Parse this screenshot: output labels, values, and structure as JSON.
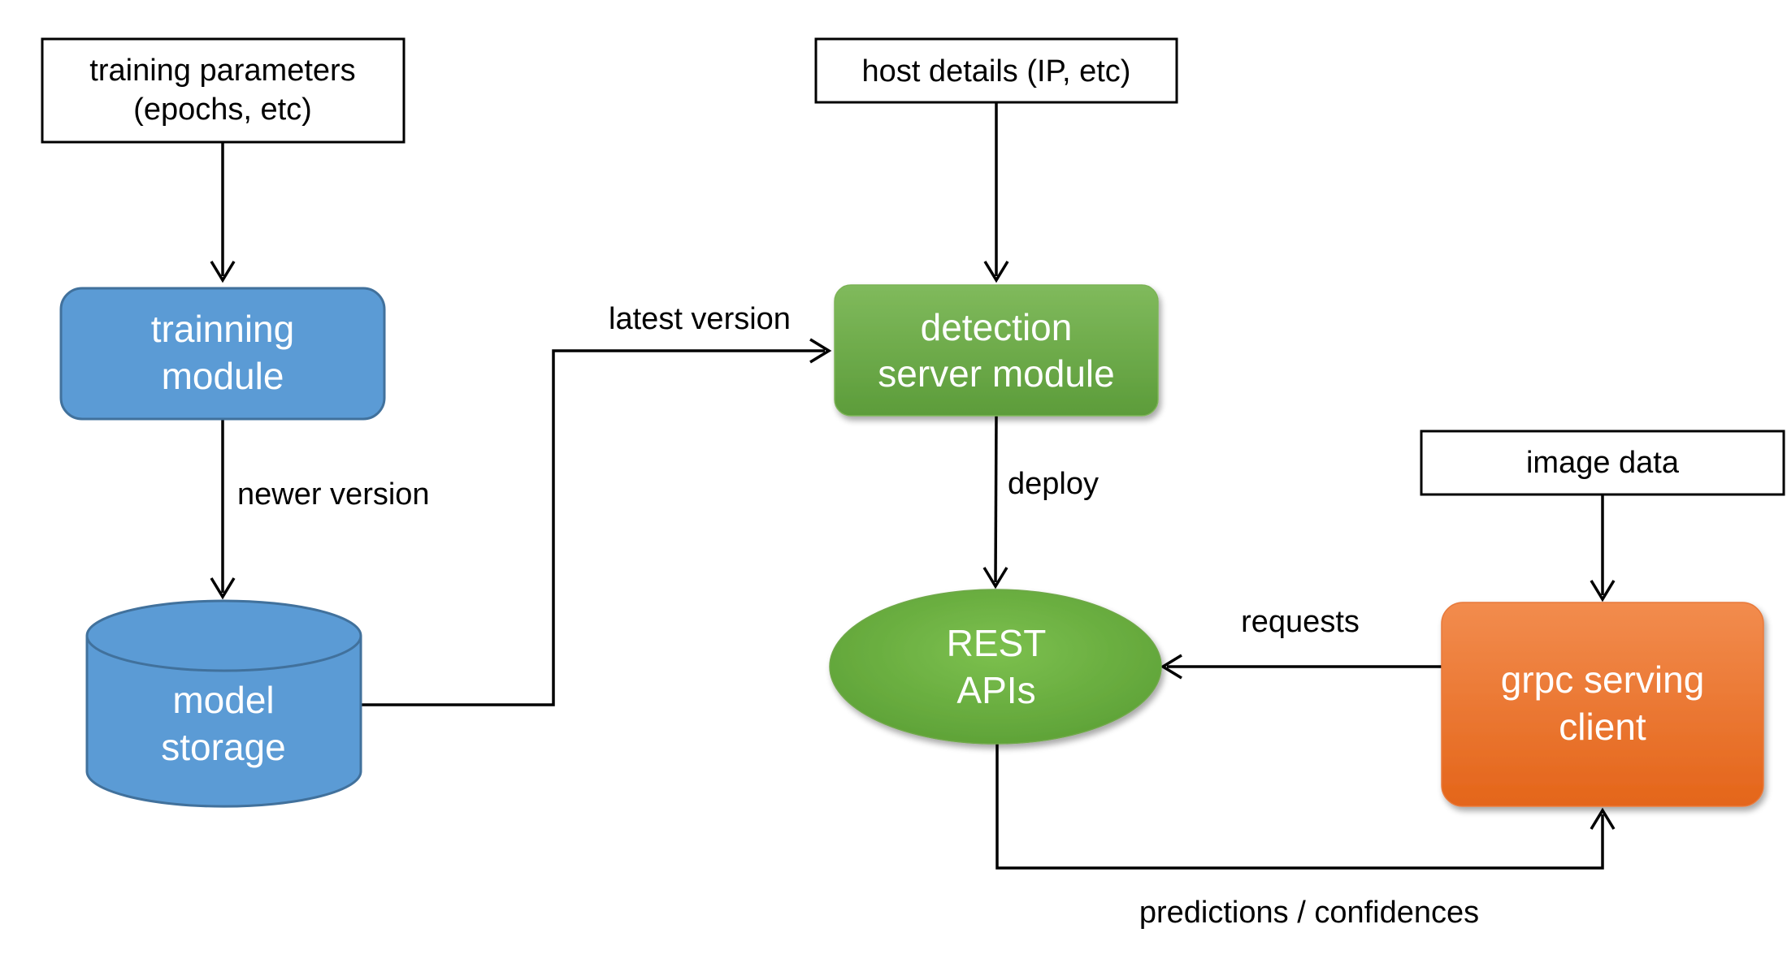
{
  "nodes": {
    "training_parameters": {
      "lines": [
        "training parameters",
        "(epochs, etc)"
      ]
    },
    "host_details": {
      "lines": [
        "host details (IP, etc)"
      ]
    },
    "image_data": {
      "lines": [
        "image data"
      ]
    },
    "training_module": {
      "lines": [
        "trainning",
        "module"
      ]
    },
    "model_storage": {
      "lines": [
        "model",
        "storage"
      ]
    },
    "detection_server_module": {
      "lines": [
        "detection",
        "server module"
      ]
    },
    "rest_apis": {
      "lines": [
        "REST",
        "APIs"
      ]
    },
    "grpc_serving_client": {
      "lines": [
        "grpc serving",
        "client"
      ]
    }
  },
  "edges": {
    "newer_version": "newer version",
    "latest_version": "latest version",
    "deploy": "deploy",
    "requests": "requests",
    "predictions_confidences": "predictions / confidences"
  },
  "colors": {
    "blue_fill": "#5B9BD5",
    "blue_stroke": "#41719C",
    "green_top": "#7DB85A",
    "green_bottom": "#5A9A38",
    "orange_top": "#F08C4C",
    "orange_bottom": "#E2661A",
    "line": "#000000",
    "box_text": "#000000",
    "shape_text": "#ffffff"
  }
}
